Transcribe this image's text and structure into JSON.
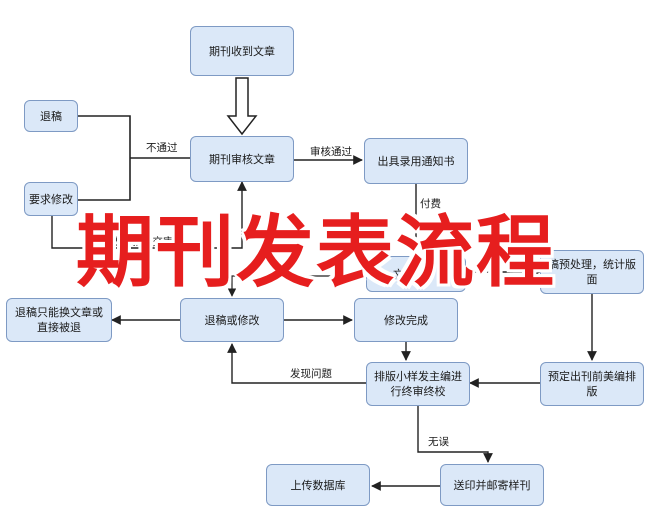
{
  "overlay_title": "期刊发表流程",
  "nodes": {
    "receive": "期刊收到文章",
    "review": "期刊审核文章",
    "reject": "退稿",
    "revise_req": "要求修改",
    "acceptance": "出具录用通知书",
    "article_occluded": "文章",
    "preprocess": "稿预处理，统计版面",
    "withdraw_other": "退稿只能换文章或直接被退",
    "reject_or_revise": "退稿或修改",
    "revision_done": "修改完成",
    "typeset_proof": "排版小样发主编进行终审终校",
    "schedule_layout": "预定出刊前美编排版",
    "upload_db": "上传数据库",
    "print_send": "送印并邮寄样刊"
  },
  "edges": {
    "not_pass": "不通过",
    "review_pass": "审核通过",
    "pay_fee": "付费",
    "resubmit_partial": "修改重新提交审核",
    "found_issue": "发现问题",
    "no_error": "无误"
  },
  "colors": {
    "node_fill": "#dbe8f8",
    "node_border": "#7e9ac4",
    "title_red": "#e61e1e"
  }
}
